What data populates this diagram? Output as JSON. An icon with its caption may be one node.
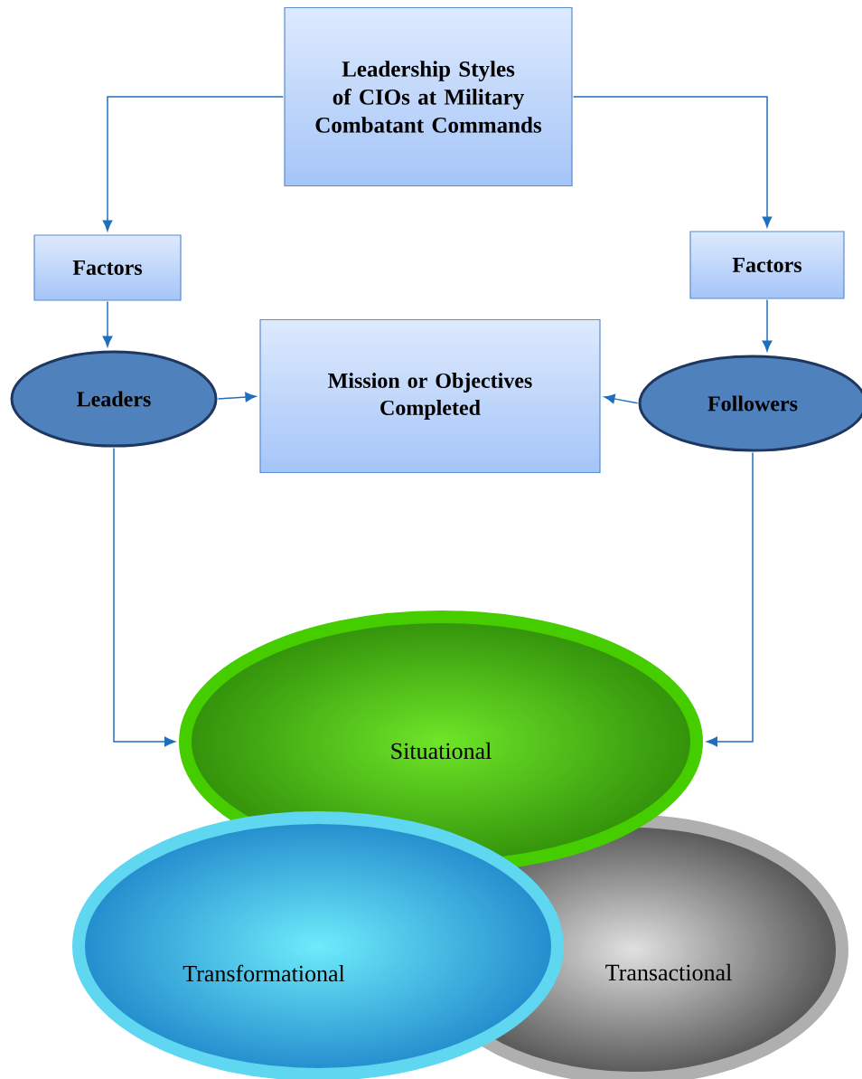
{
  "diagram": {
    "nodes": [
      {
        "text": [
          "Leadership Styles of CIOs at Military Combatant Commands"
        ]
      },
      {
        "text": [
          "Factors"
        ]
      },
      {
        "text": [
          "Factors"
        ]
      },
      {
        "text": [
          "Leaders"
        ]
      },
      {
        "text": [
          "Mission or Objectives Completed"
        ]
      },
      {
        "text": [
          "Followers"
        ]
      },
      {
        "text": [
          "Situational"
        ]
      },
      {
        "text": [
          "Transformational"
        ]
      },
      {
        "text": [
          "Transactional"
        ]
      }
    ],
    "edges": [
      {
        "from": 0,
        "to": 1,
        "arrow": "to"
      },
      {
        "from": 0,
        "to": 2,
        "arrow": "to"
      },
      {
        "from": 1,
        "to": 3,
        "arrow": "to"
      },
      {
        "from": 2,
        "to": 5,
        "arrow": "to"
      },
      {
        "from": 3,
        "to": 4,
        "arrow": "to"
      },
      {
        "from": 5,
        "to": 4,
        "arrow": "to"
      },
      {
        "from": 3,
        "to": 6,
        "arrow": "to"
      },
      {
        "from": 5,
        "to": 6,
        "arrow": "to"
      }
    ]
  }
}
